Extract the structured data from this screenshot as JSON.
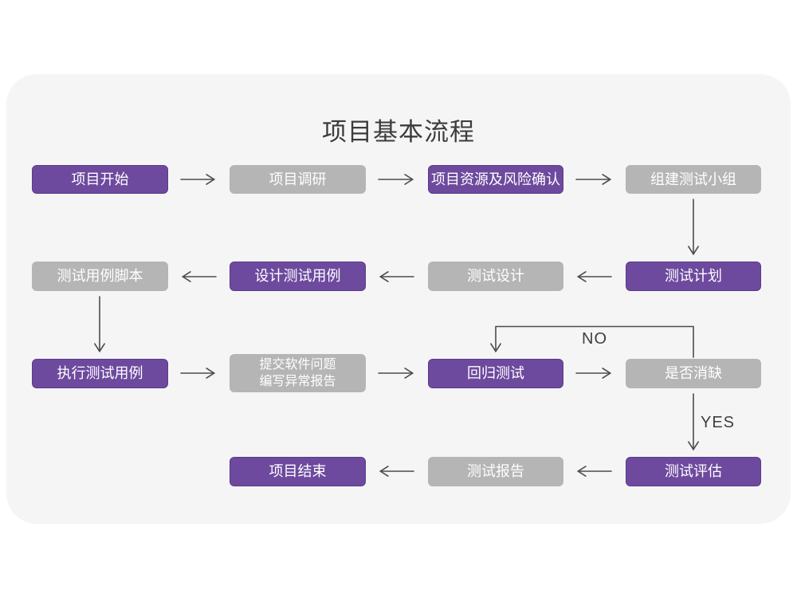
{
  "title": "项目基本流程",
  "colors": {
    "purple": "#6d4a9e",
    "purple_border": "#5b3a8c",
    "gray": "#b5b5b6",
    "arrow": "#4d4d4d",
    "title_text": "#3c3c3c",
    "edge_label_text": "#3f3f3f",
    "box_text": "#ffffff",
    "card_background": "#f5f5f6",
    "page_background": "#ffffff"
  },
  "nodes": [
    {
      "id": "start",
      "label": "项目开始",
      "variant": "purple"
    },
    {
      "id": "research",
      "label": "项目调研",
      "variant": "gray"
    },
    {
      "id": "risk",
      "label": "项目资源及风险确认",
      "variant": "purple"
    },
    {
      "id": "team",
      "label": "组建测试小组",
      "variant": "gray"
    },
    {
      "id": "plan",
      "label": "测试计划",
      "variant": "purple"
    },
    {
      "id": "design",
      "label": "测试设计",
      "variant": "gray"
    },
    {
      "id": "case-design",
      "label": "设计测试用例",
      "variant": "purple"
    },
    {
      "id": "case-script",
      "label": "测试用例脚本",
      "variant": "gray"
    },
    {
      "id": "execute",
      "label": "执行测试用例",
      "variant": "purple"
    },
    {
      "id": "report-issue",
      "label": "提交软件问题",
      "label2": "编写异常报告",
      "variant": "gray"
    },
    {
      "id": "regression",
      "label": "回归测试",
      "variant": "purple"
    },
    {
      "id": "defect-cleared",
      "label": "是否消缺",
      "variant": "gray"
    },
    {
      "id": "evaluate",
      "label": "测试评估",
      "variant": "purple"
    },
    {
      "id": "report",
      "label": "测试报告",
      "variant": "gray"
    },
    {
      "id": "end",
      "label": "项目结束",
      "variant": "purple"
    }
  ],
  "edge_labels": {
    "no": "NO",
    "yes": "YES"
  }
}
